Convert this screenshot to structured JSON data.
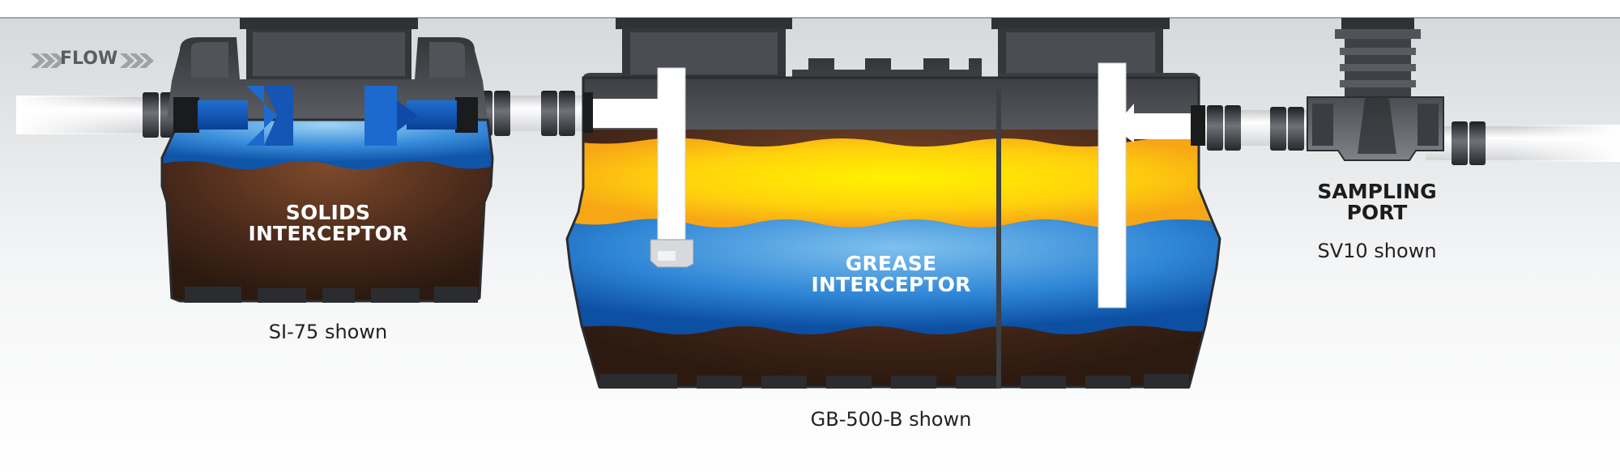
{
  "flow": {
    "label": "FLOW",
    "arrow_glyph": "»"
  },
  "solids_interceptor": {
    "name_line1": "SOLIDS",
    "name_line2": "INTERCEPTOR",
    "caption": "SI-75 shown"
  },
  "grease_interceptor": {
    "name_line1": "GREASE",
    "name_line2": "INTERCEPTOR",
    "caption": "GB-500-B shown"
  },
  "sampling_port": {
    "name_line1": "SAMPLING",
    "name_line2": "PORT",
    "caption": "SV10 shown"
  },
  "colors": {
    "tank_shell": "#3f4146",
    "water": "#1f73c9",
    "grease": "#f7c20f",
    "solids": "#4b2a1b",
    "pipe": "#e9eaec",
    "coupling": "#2c2e31",
    "baffle": "#ffffff"
  }
}
